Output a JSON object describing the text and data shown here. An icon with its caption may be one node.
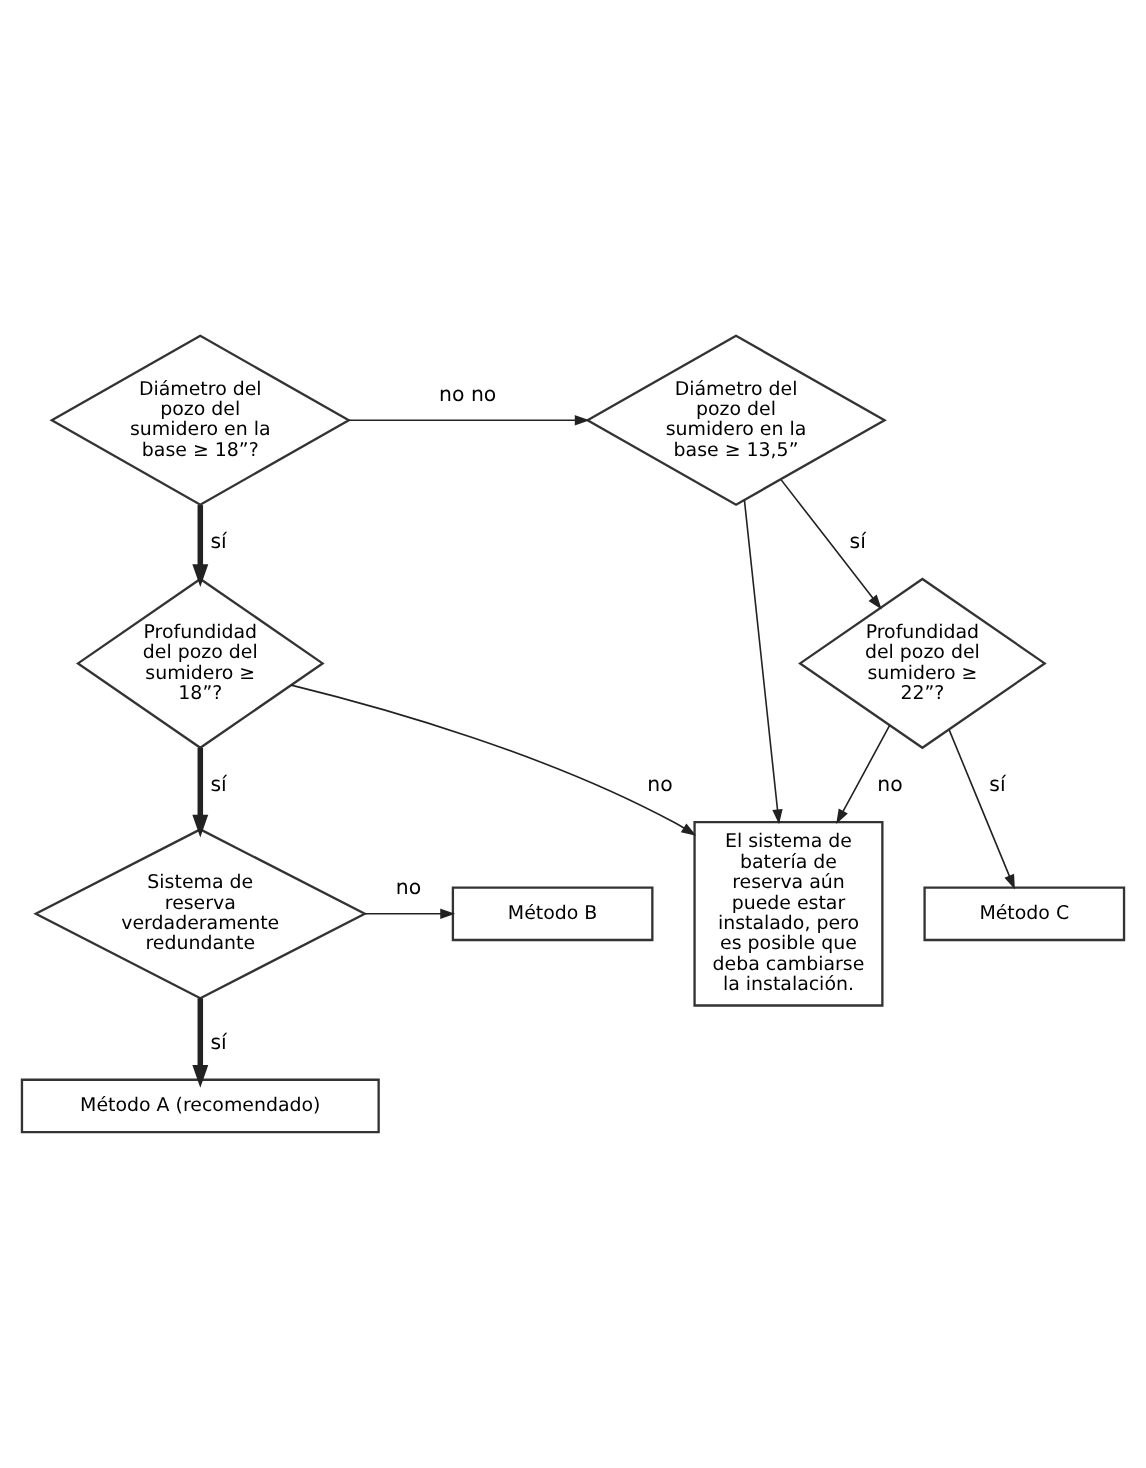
{
  "diagram": {
    "nodes": [
      {
        "text": [
          "Diámetro del pozo del sumidero en la base ≥ 18”?"
        ]
      },
      {
        "text": [
          "Diámetro del pozo del sumidero en la base ≥ 13,5”"
        ]
      },
      {
        "text": [
          "El sistema de batería de reserva aún puede estar instalado, pero es posible que deba cambiarse la instalación."
        ]
      },
      {
        "text": [
          "Profundidad del pozo del sumidero ≥ 18”?"
        ]
      },
      {
        "text": [
          "Profundidad del pozo del sumidero ≥ 22”?"
        ]
      },
      {
        "text": [
          "Método C"
        ]
      },
      {
        "text": [
          "Sistema de reserva verdaderamente redundante"
        ]
      },
      {
        "text": [
          "Método B"
        ]
      },
      {
        "text": [
          "Método A (recomendado)"
        ]
      }
    ],
    "edges": [
      {
        "from": 0,
        "to": 1,
        "arrow": "to",
        "label": "no no"
      },
      {
        "from": 0,
        "to": 3,
        "arrow": "to",
        "label": "sí",
        "style": "thick"
      },
      {
        "from": 1,
        "to": 2,
        "arrow": "to"
      },
      {
        "from": 1,
        "to": 4,
        "arrow": "to",
        "label": "sí"
      },
      {
        "from": 3,
        "to": 2,
        "arrow": "to",
        "label": "no"
      },
      {
        "from": 4,
        "to": 2,
        "arrow": "to",
        "label": "no"
      },
      {
        "from": 3,
        "to": 6,
        "arrow": "to",
        "label": "sí",
        "style": "thick"
      },
      {
        "from": 4,
        "to": 5,
        "arrow": "to",
        "label": "sí"
      },
      {
        "from": 6,
        "to": 7,
        "arrow": "to",
        "label": "no"
      },
      {
        "from": 6,
        "to": 8,
        "arrow": "to",
        "label": "sí",
        "style": "thick"
      }
    ]
  }
}
